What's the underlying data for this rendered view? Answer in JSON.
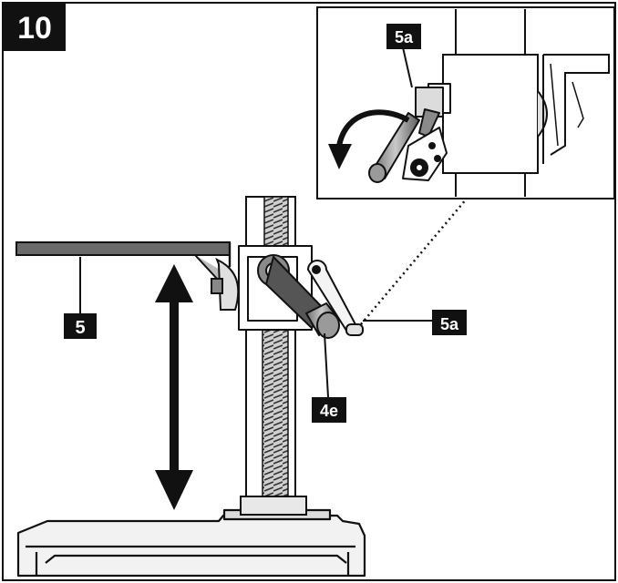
{
  "figure": {
    "number": "10"
  },
  "callouts": {
    "table": "5",
    "clamp_lever": "5a",
    "clamp_lever_detail": "5a",
    "handle": "4e"
  },
  "colors": {
    "ink": "#111111",
    "label_bg": "#111111",
    "label_text": "#ffffff",
    "metal_light": "#f2f2f2",
    "metal_mid": "#9a9a9a",
    "metal_dark": "#555555",
    "background": "#ffffff"
  }
}
